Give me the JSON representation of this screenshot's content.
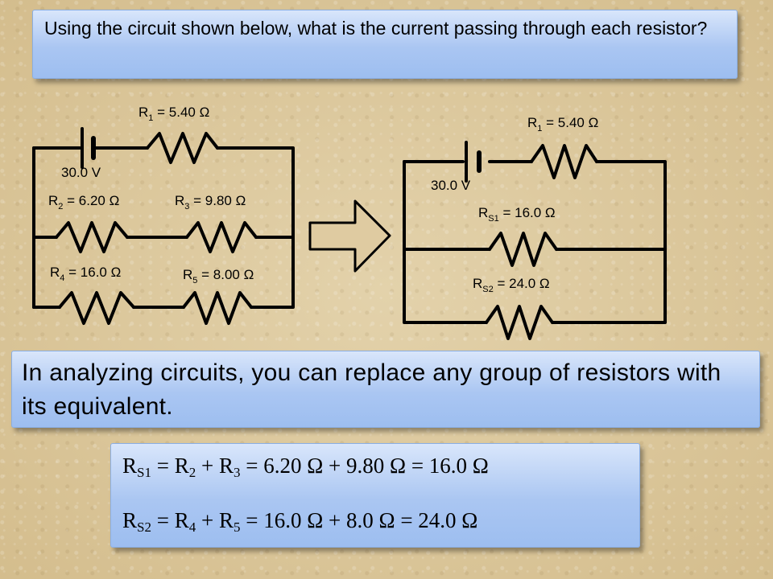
{
  "question": "Using the circuit shown below, what is the current passing through each resistor?",
  "statement": "In analyzing circuits, you can replace any group of resistors with its equivalent.",
  "left_circuit": {
    "battery": "30.0 V",
    "r1": {
      "sym": "R",
      "sub": "1",
      "value": " = 5.40 Ω"
    },
    "r2": {
      "sym": "R",
      "sub": "2",
      "value": " = 6.20 Ω"
    },
    "r3": {
      "sym": "R",
      "sub": "3",
      "value": " = 9.80 Ω"
    },
    "r4": {
      "sym": "R",
      "sub": "4",
      "value": " = 16.0 Ω"
    },
    "r5": {
      "sym": "R",
      "sub": "5",
      "value": " = 8.00 Ω"
    }
  },
  "right_circuit": {
    "battery": "30.0 V",
    "r1": {
      "sym": "R",
      "sub": "1",
      "value": " = 5.40 Ω"
    },
    "rs1": {
      "sym": "R",
      "sub": "S1",
      "value": " = 16.0 Ω"
    },
    "rs2": {
      "sym": "R",
      "sub": "S2",
      "value": " = 24.0 Ω"
    }
  },
  "equations": {
    "eq1": {
      "a": "R",
      "a_sub": "S1",
      "b": " = R",
      "b_sub": "2",
      "c": " + R",
      "c_sub": "3",
      "rest": " = 6.20 Ω + 9.80 Ω = 16.0 Ω"
    },
    "eq2": {
      "a": "R",
      "a_sub": "S2",
      "b": " = R",
      "b_sub": "4",
      "c": " + R",
      "c_sub": "5",
      "rest": " = 16.0 Ω + 8.0 Ω = 24.0 Ω"
    }
  }
}
